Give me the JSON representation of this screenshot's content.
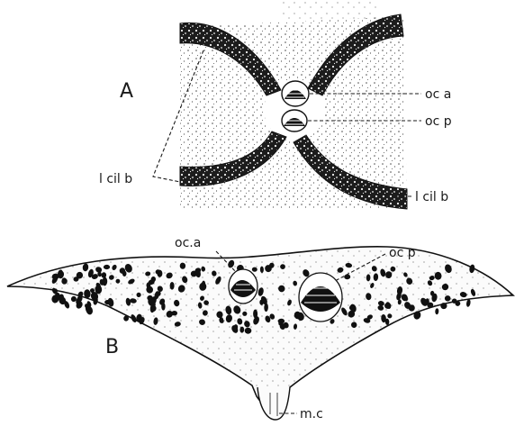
{
  "figure": {
    "panel_a": {
      "letter": "A",
      "labels": {
        "oc_a": "oc a",
        "oc_p": "oc p",
        "l_cil_b_left": "l cil b",
        "l_cil_b_right": "l cil b"
      }
    },
    "panel_b": {
      "letter": "B",
      "labels": {
        "oc_a": "oc.a",
        "oc_p": "oc p",
        "m_c": "m.c"
      }
    }
  }
}
